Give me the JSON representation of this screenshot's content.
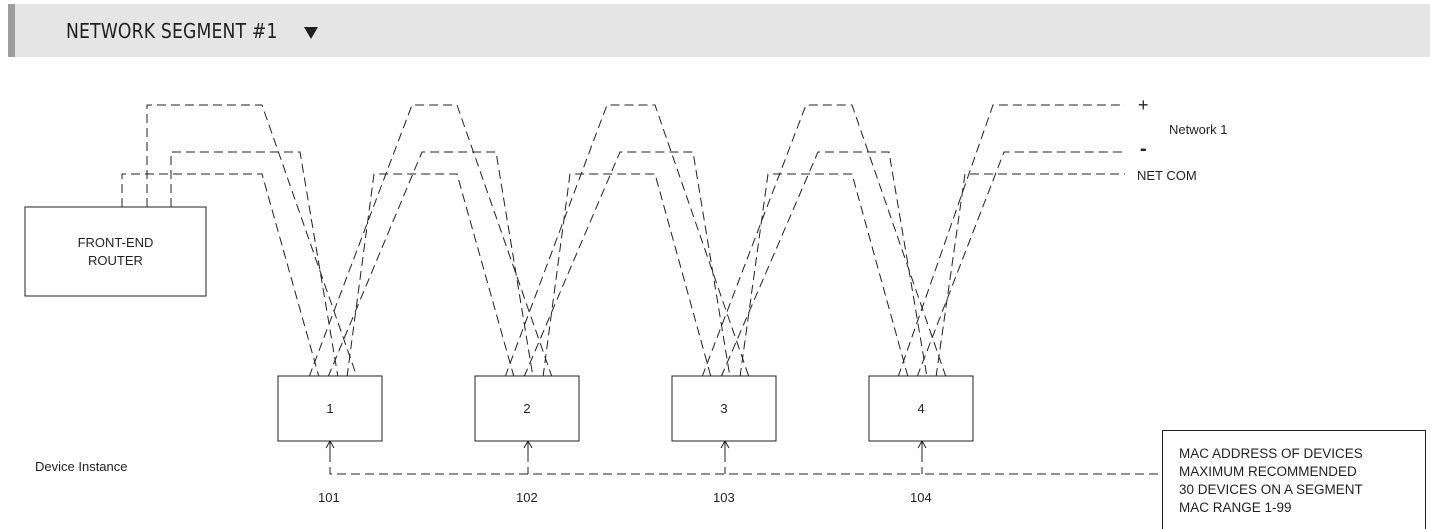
{
  "header": {
    "title": "NETWORK SEGMENT #1",
    "dropdown_icon": "triangle-down-icon"
  },
  "router": {
    "label_line1": "FRONT-END",
    "label_line2": "ROUTER"
  },
  "bus": {
    "plus": "+",
    "minus": "-",
    "network_label": "Network 1",
    "common_label": "NET COM"
  },
  "devices": [
    {
      "number": "1",
      "instance": "101"
    },
    {
      "number": "2",
      "instance": "102"
    },
    {
      "number": "3",
      "instance": "103"
    },
    {
      "number": "4",
      "instance": "104"
    }
  ],
  "device_instance_label": "Device Instance",
  "note": {
    "line1": "MAC ADDRESS OF DEVICES",
    "line2": "MAXIMUM RECOMMENDED",
    "line3": "30 DEVICES ON A SEGMENT",
    "line4": "MAC RANGE 1-99"
  }
}
